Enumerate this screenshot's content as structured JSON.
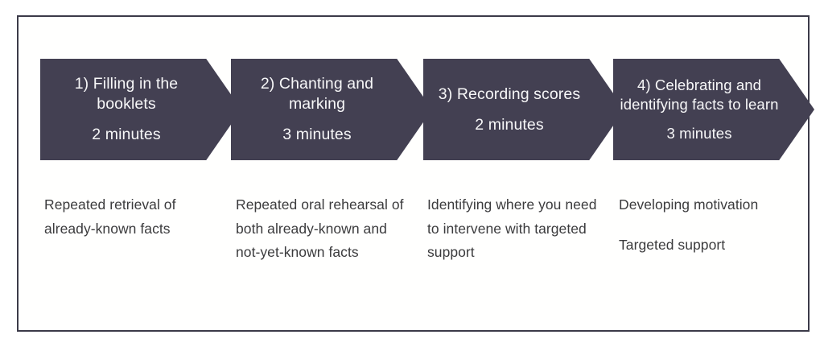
{
  "diagram": {
    "title": "Four-step retrieval practice session process",
    "border_color": "#3c3b49",
    "arrow_color": "#434052",
    "arrow_text_color": "#f7f7f8",
    "caption_text_color": "#3b3b3d",
    "steps": [
      {
        "id": "step-1",
        "title": "1) Filling in the booklets",
        "duration": "2 minutes",
        "caption": [
          "Repeated retrieval of already-known facts"
        ]
      },
      {
        "id": "step-2",
        "title": "2) Chanting and marking",
        "duration": "3 minutes",
        "caption": [
          "Repeated oral rehearsal of both already-known and not-yet-known facts"
        ]
      },
      {
        "id": "step-3",
        "title": "3) Recording scores",
        "duration": "2 minutes",
        "caption": [
          "Identifying where you need to intervene with targeted support"
        ]
      },
      {
        "id": "step-4",
        "title": "4) Celebrating and identifying facts to learn",
        "duration": "3 minutes",
        "caption": [
          "Developing motivation",
          "Targeted support"
        ]
      }
    ]
  }
}
